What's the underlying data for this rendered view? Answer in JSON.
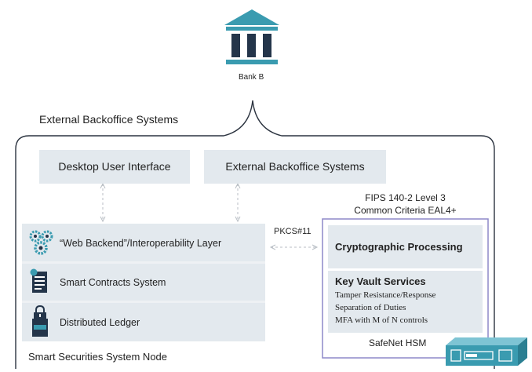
{
  "top": {
    "bank_label": "Bank B",
    "bank_icon_color": "#3a9bb0",
    "bracket_label": "External Backoffice Systems"
  },
  "node": {
    "title": "Smart Securities System Node",
    "desktop_ui": "Desktop User Interface",
    "external_backoffice": "External Backoffice Systems",
    "layers": [
      {
        "label": "“Web Backend”/Interoperability Layer",
        "icon": "gears-icon"
      },
      {
        "label": "Smart Contracts System",
        "icon": "contract-document-icon"
      },
      {
        "label": "Distributed Ledger",
        "icon": "locked-ledger-icon"
      }
    ]
  },
  "link": {
    "label": "PKCS#11"
  },
  "hsm": {
    "certification_line1": "FIPS 140-2 Level 3",
    "certification_line2": "Common Criteria EAL4+",
    "crypto_title": "Cryptographic Processing",
    "vault_title": "Key Vault Services",
    "vault_items": [
      "Tamper Resistance/Response",
      "Separation of Duties",
      "MFA with M of N controls"
    ],
    "name": "SafeNet HSM",
    "frame_color": "#8e88c8",
    "device_color": "#3a9bb0"
  }
}
